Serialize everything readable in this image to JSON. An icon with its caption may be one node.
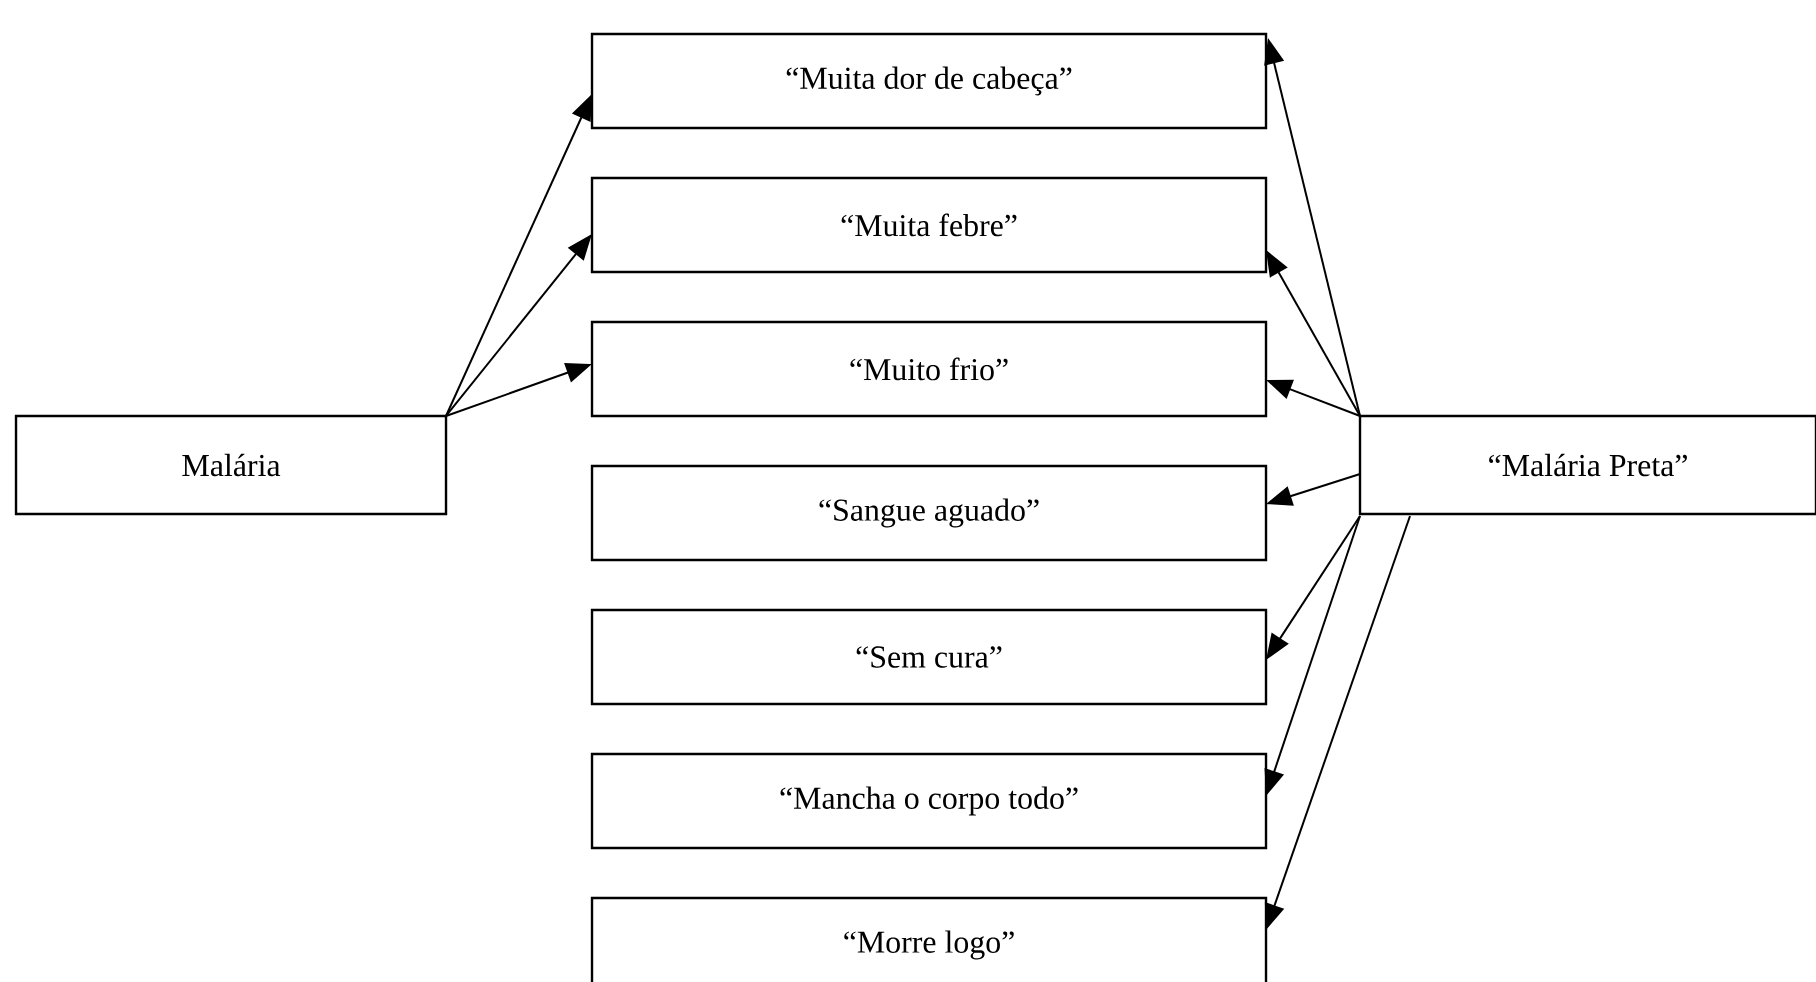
{
  "diagram": {
    "nodes": [
      {
        "text": [
          "Malária"
        ]
      },
      {
        "text": [
          "“Muita dor de cabeça”"
        ]
      },
      {
        "text": [
          "“Muita febre”"
        ]
      },
      {
        "text": [
          "“Muito frio”"
        ]
      },
      {
        "text": [
          "“Sangue aguado”"
        ]
      },
      {
        "text": [
          "“Sem cura”"
        ]
      },
      {
        "text": [
          "“Mancha o corpo todo”"
        ]
      },
      {
        "text": [
          "“Morre logo”"
        ]
      },
      {
        "text": [
          "“Malária Preta”"
        ]
      }
    ],
    "edges": [
      {
        "from": 0,
        "to": 1,
        "arrow": "to"
      },
      {
        "from": 0,
        "to": 2,
        "arrow": "to"
      },
      {
        "from": 0,
        "to": 3,
        "arrow": "to"
      },
      {
        "from": 8,
        "to": 1,
        "arrow": "to"
      },
      {
        "from": 8,
        "to": 2,
        "arrow": "to"
      },
      {
        "from": 8,
        "to": 3,
        "arrow": "to"
      },
      {
        "from": 8,
        "to": 4,
        "arrow": "to"
      },
      {
        "from": 8,
        "to": 5,
        "arrow": "to"
      },
      {
        "from": 8,
        "to": 6,
        "arrow": "to"
      },
      {
        "from": 8,
        "to": 7,
        "arrow": "to"
      }
    ]
  }
}
